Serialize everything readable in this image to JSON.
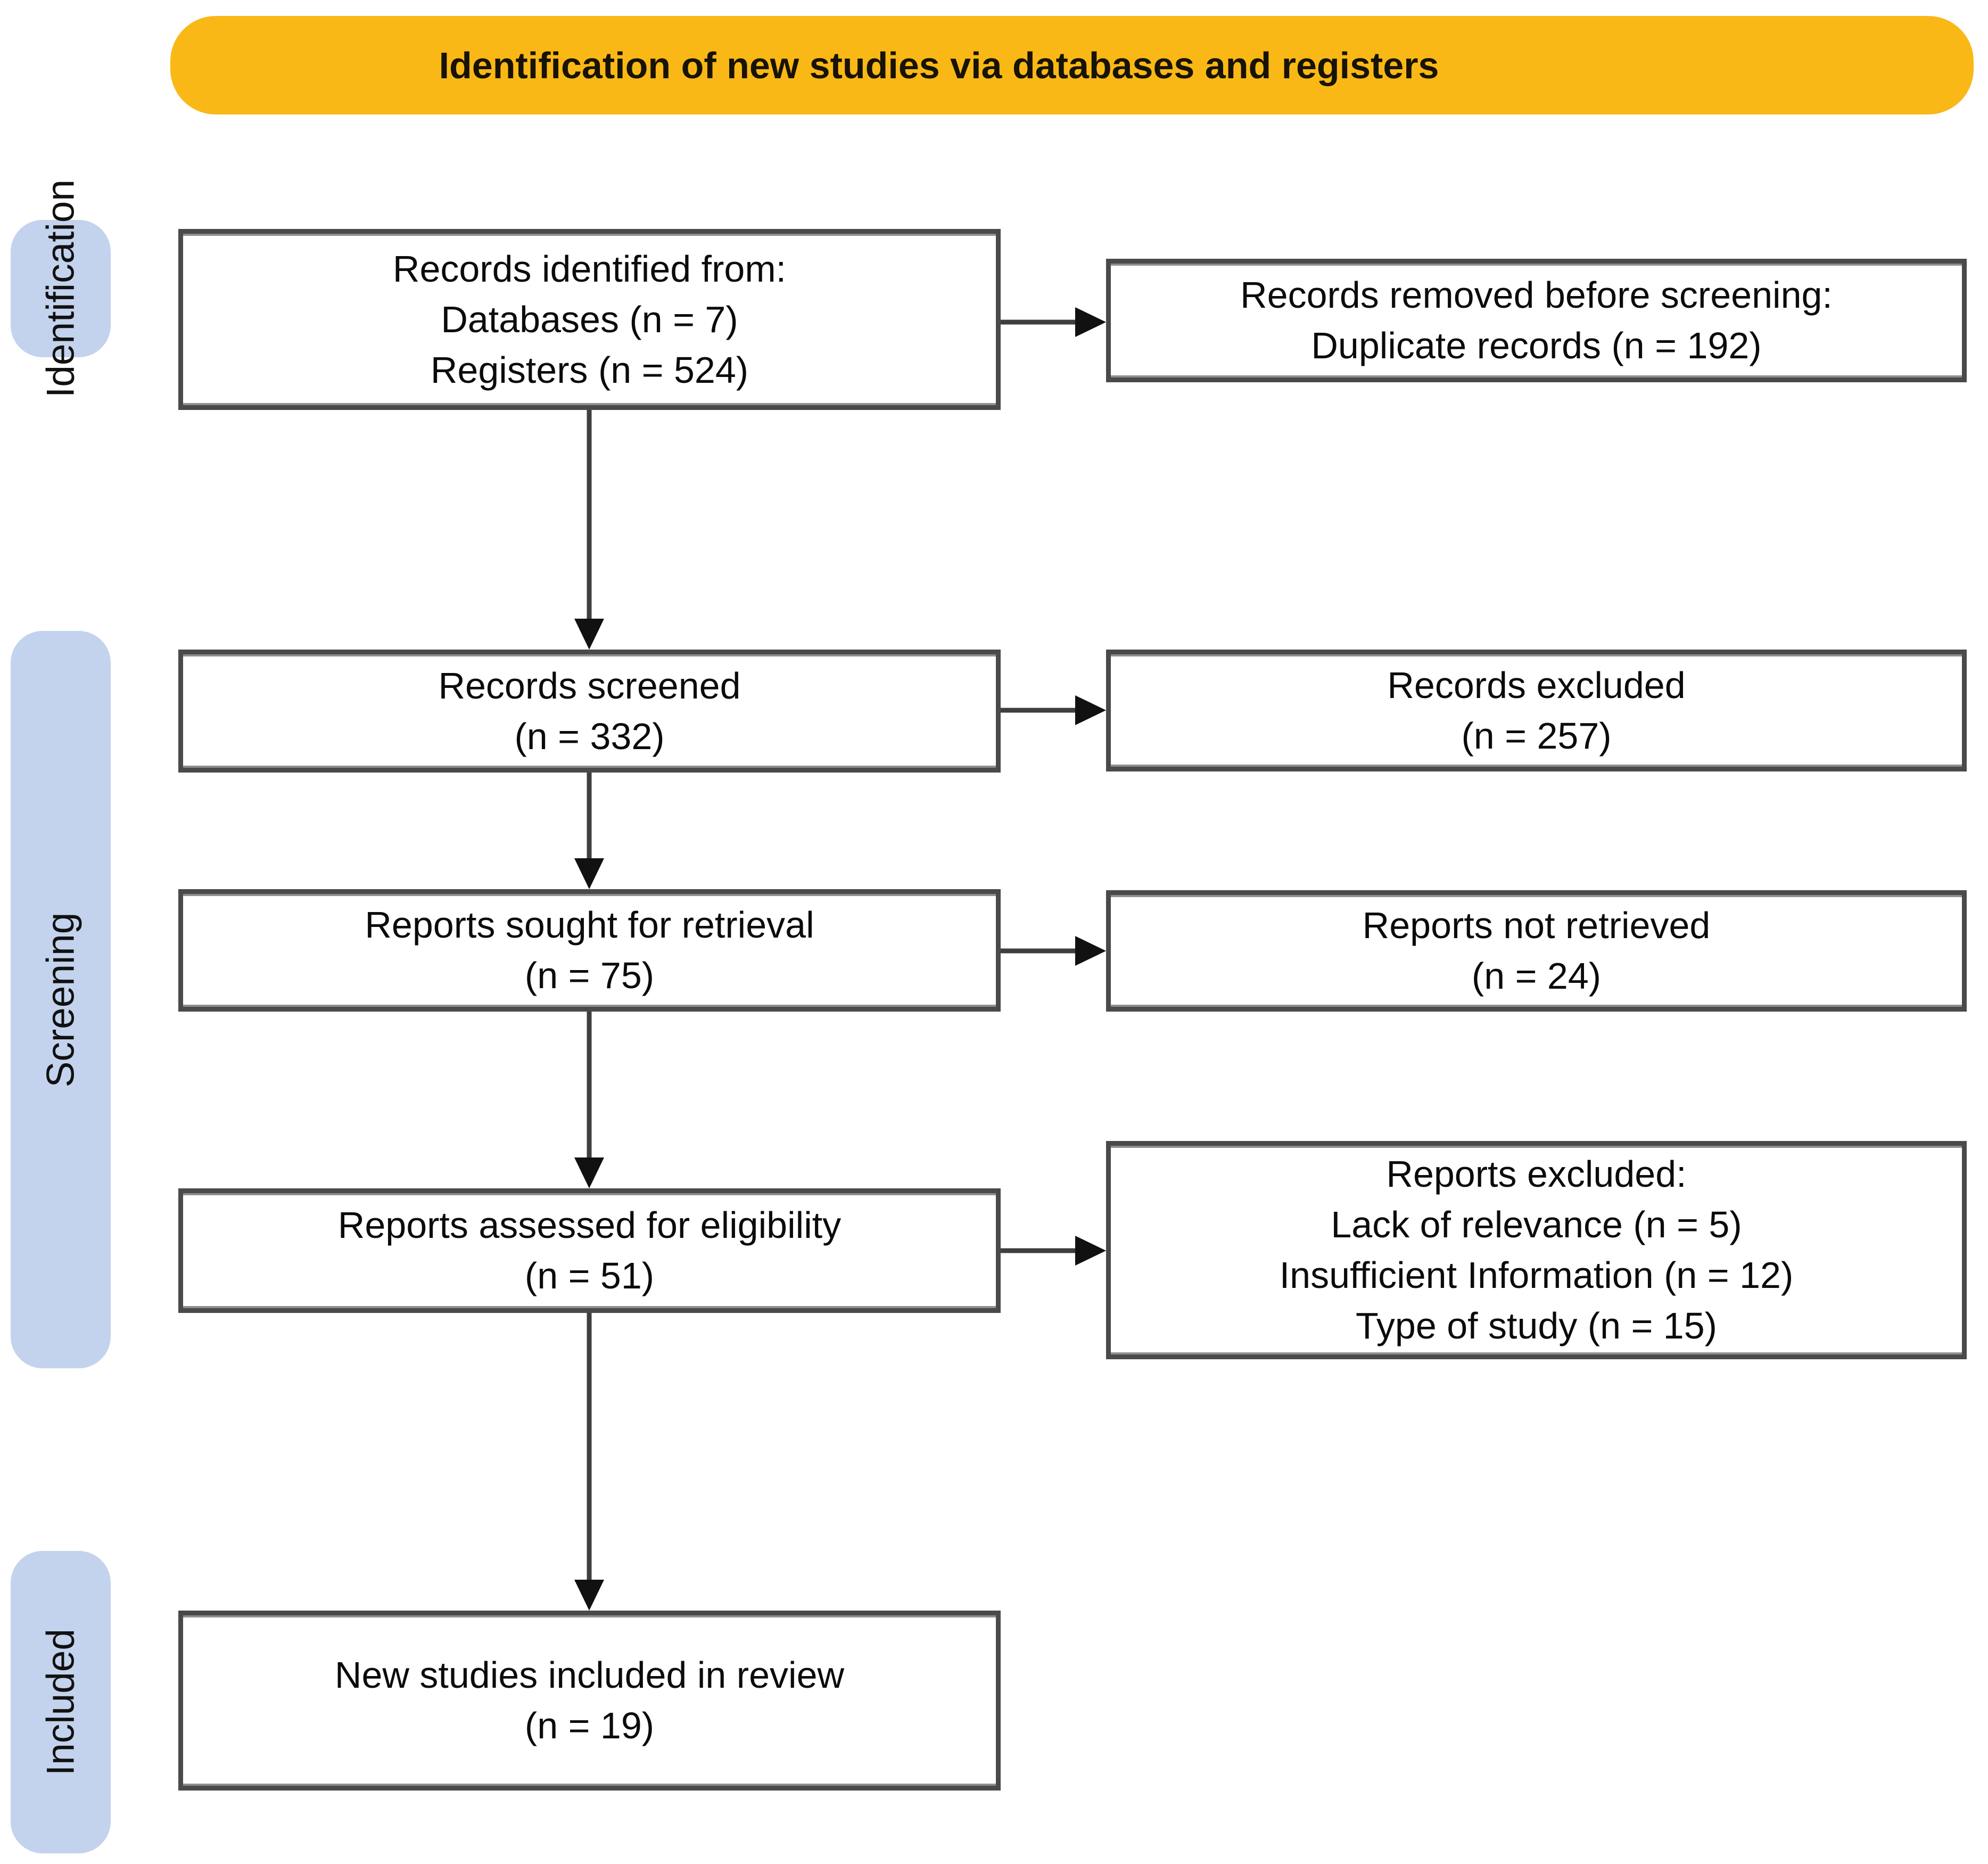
{
  "banner": {
    "title": "Identification of new studies via databases and registers",
    "bg_color": "#FAB816"
  },
  "stages": [
    {
      "label": "Identification"
    },
    {
      "label": "Screening"
    },
    {
      "label": "Included"
    }
  ],
  "colors": {
    "banner_bg": "#FAB816",
    "stage_bg": "#C3D3ED",
    "box_border": "#4a4a4a",
    "arrow": "#111111",
    "text": "#0b0b0b"
  },
  "flow": {
    "left": [
      {
        "lines": [
          "Records identified from:",
          "Databases (n = 7)",
          "Registers (n = 524)"
        ]
      },
      {
        "lines": [
          "Records screened",
          "(n = 332)"
        ]
      },
      {
        "lines": [
          "Reports sought for retrieval",
          "(n = 75)"
        ]
      },
      {
        "lines": [
          "Reports assessed for eligibility",
          "(n = 51)"
        ]
      },
      {
        "lines": [
          "New studies included in review",
          "(n = 19)"
        ]
      }
    ],
    "right": [
      {
        "lines": [
          "Records removed before screening:",
          "Duplicate records (n = 192)"
        ]
      },
      {
        "lines": [
          "Records excluded",
          "(n = 257)"
        ]
      },
      {
        "lines": [
          "Reports not retrieved",
          "(n = 24)"
        ]
      },
      {
        "lines": [
          "Reports excluded:",
          "Lack of relevance (n = 5)",
          "Insufficient Information (n = 12)",
          "Type of study (n = 15)"
        ]
      }
    ]
  }
}
